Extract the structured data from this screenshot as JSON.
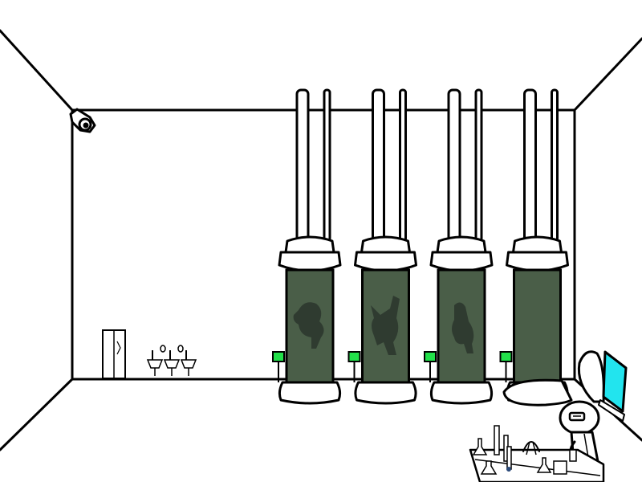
{
  "colors": {
    "background": "#ffffff",
    "outline": "#000000",
    "tank_liquid": "#4a5e48",
    "specimen_silhouette": "#2f3b30",
    "panel_light": "#22e04a",
    "monitor_screen": "#22e4ee"
  },
  "scene": {
    "security_camera": {
      "icon": "security-camera-icon"
    },
    "door": {
      "icon": "door-icon"
    },
    "sinks": [
      {
        "icon": "sink-icon"
      },
      {
        "icon": "sink-icon"
      },
      {
        "icon": "sink-icon"
      }
    ],
    "tanks": [
      {
        "specimen": "blob-creature",
        "panel_light": "green"
      },
      {
        "specimen": "fox-creature",
        "panel_light": "green"
      },
      {
        "specimen": "small-creature",
        "panel_light": "green"
      },
      {
        "specimen": "empty",
        "panel_light": "green"
      }
    ],
    "scientist": {
      "icon": "rabbit-scientist-icon"
    },
    "monitor": {
      "icon": "monitor-icon"
    },
    "lab_desk": {
      "icon": "lab-desk-icon",
      "glassware": [
        "flask",
        "test-tube",
        "beaker",
        "tripod"
      ]
    }
  }
}
